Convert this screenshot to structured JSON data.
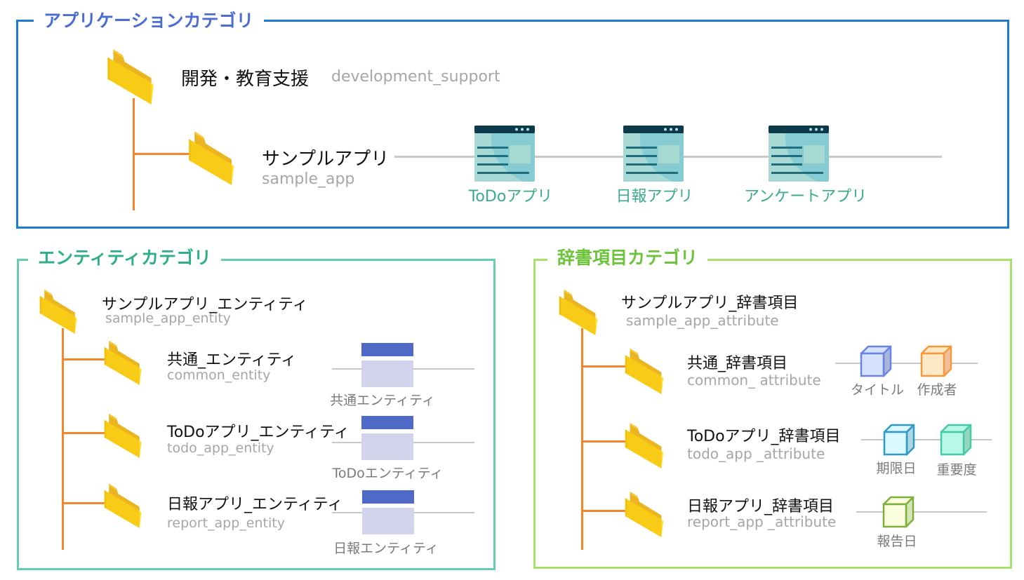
{
  "colors": {
    "app_border": "#1e7bd2",
    "app_title": "#4b6cd0",
    "entity_border": "#64cdb2",
    "entity_title": "#2fae8a",
    "attr_border": "#a6e36b",
    "attr_title": "#6cc43a",
    "tree_line": "#f5842a",
    "connector": "#c8c8c8",
    "app_label": "#3aab8a",
    "entity_header": "#4f69c7",
    "entity_body": "#d2d4ec"
  },
  "app_category": {
    "title": "アプリケーションカテゴリ",
    "root": {
      "name_jp": "開発・教育支援",
      "name_en": "development_support",
      "icon": "folder-icon"
    },
    "child": {
      "name_jp": "サンプルアプリ",
      "name_en": "sample_app",
      "icon": "folder-icon"
    },
    "apps": [
      {
        "label": "ToDoアプリ",
        "icon": "browser-window-icon"
      },
      {
        "label": "日報アプリ",
        "icon": "browser-window-icon"
      },
      {
        "label": "アンケートアプリ",
        "icon": "browser-window-icon"
      }
    ]
  },
  "entity_category": {
    "title": "エンティティカテゴリ",
    "root": {
      "name_jp": "サンプルアプリ_エンティティ",
      "name_en": "sample_app_entity",
      "icon": "folder-icon"
    },
    "children": [
      {
        "name_jp": "共通_エンティティ",
        "name_en": "common_entity",
        "entity": "共通エンティティ",
        "icon": "table-icon"
      },
      {
        "name_jp": "ToDoアプリ_エンティティ",
        "name_en": "todo_app_entity",
        "entity": "ToDoエンティティ",
        "icon": "table-icon"
      },
      {
        "name_jp": "日報アプリ_エンティティ",
        "name_en": "report_app_entity",
        "entity": "日報エンティティ",
        "icon": "table-icon"
      }
    ]
  },
  "attr_category": {
    "title": "辞書項目カテゴリ",
    "root": {
      "name_jp": "サンプルアプリ_辞書項目",
      "name_en": "sample_app_attribute",
      "icon": "folder-icon"
    },
    "children": [
      {
        "name_jp": "共通_辞書項目",
        "name_en": "common_ attribute",
        "attributes": [
          {
            "label": "タイトル",
            "icon": "cube-icon",
            "stroke": "#6a84e6",
            "face": "#d6e0ff",
            "side": "#aab6d8"
          },
          {
            "label": "作成者",
            "icon": "cube-icon",
            "stroke": "#f59a3a",
            "face": "#ffe8c6",
            "side": "#eec0a0"
          }
        ]
      },
      {
        "name_jp": "ToDoアプリ_辞書項目",
        "name_en": "todo_app _attribute",
        "attributes": [
          {
            "label": "期限日",
            "icon": "cube-icon",
            "stroke": "#2e9ac6",
            "face": "#dcf8ff",
            "side": "#b0d6e4"
          },
          {
            "label": "重要度",
            "icon": "cube-icon",
            "stroke": "#45c9a6",
            "face": "#b8f8e6",
            "side": "#98d6c0"
          }
        ]
      },
      {
        "name_jp": "日報アプリ_辞書項目",
        "name_en": "report_app _attribute",
        "attributes": [
          {
            "label": "報告日",
            "icon": "cube-icon",
            "stroke": "#7db03a",
            "face": "#fbffe0",
            "side": "#d4e6b8"
          }
        ]
      }
    ]
  }
}
